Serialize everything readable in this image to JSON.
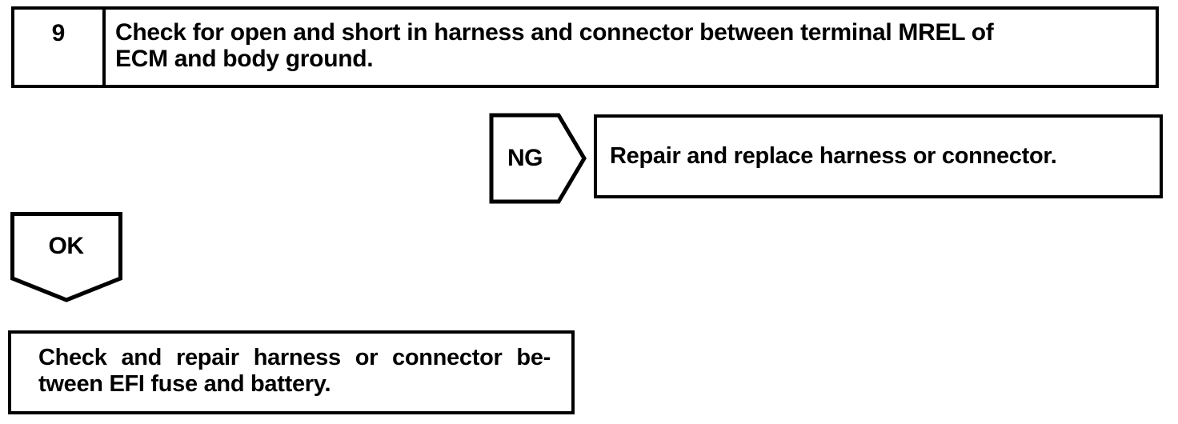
{
  "colors": {
    "ink": "#000000",
    "paper": "#ffffff"
  },
  "step": {
    "number": "9",
    "instruction": "Check for open and short in harness and connector between terminal MREL of ECM and body ground.",
    "instruction_lines": [
      "Check for open and short in harness and connector between terminal MREL of",
      "ECM and body ground."
    ]
  },
  "ng_branch": {
    "connector_label": "NG",
    "action": "Repair and replace harness or connector."
  },
  "ok_branch": {
    "connector_label": "OK",
    "action": "Check and repair harness or connector between EFI fuse and battery.",
    "action_lines": [
      "Check and repair harness or connector be-",
      "tween EFI fuse and battery."
    ]
  }
}
